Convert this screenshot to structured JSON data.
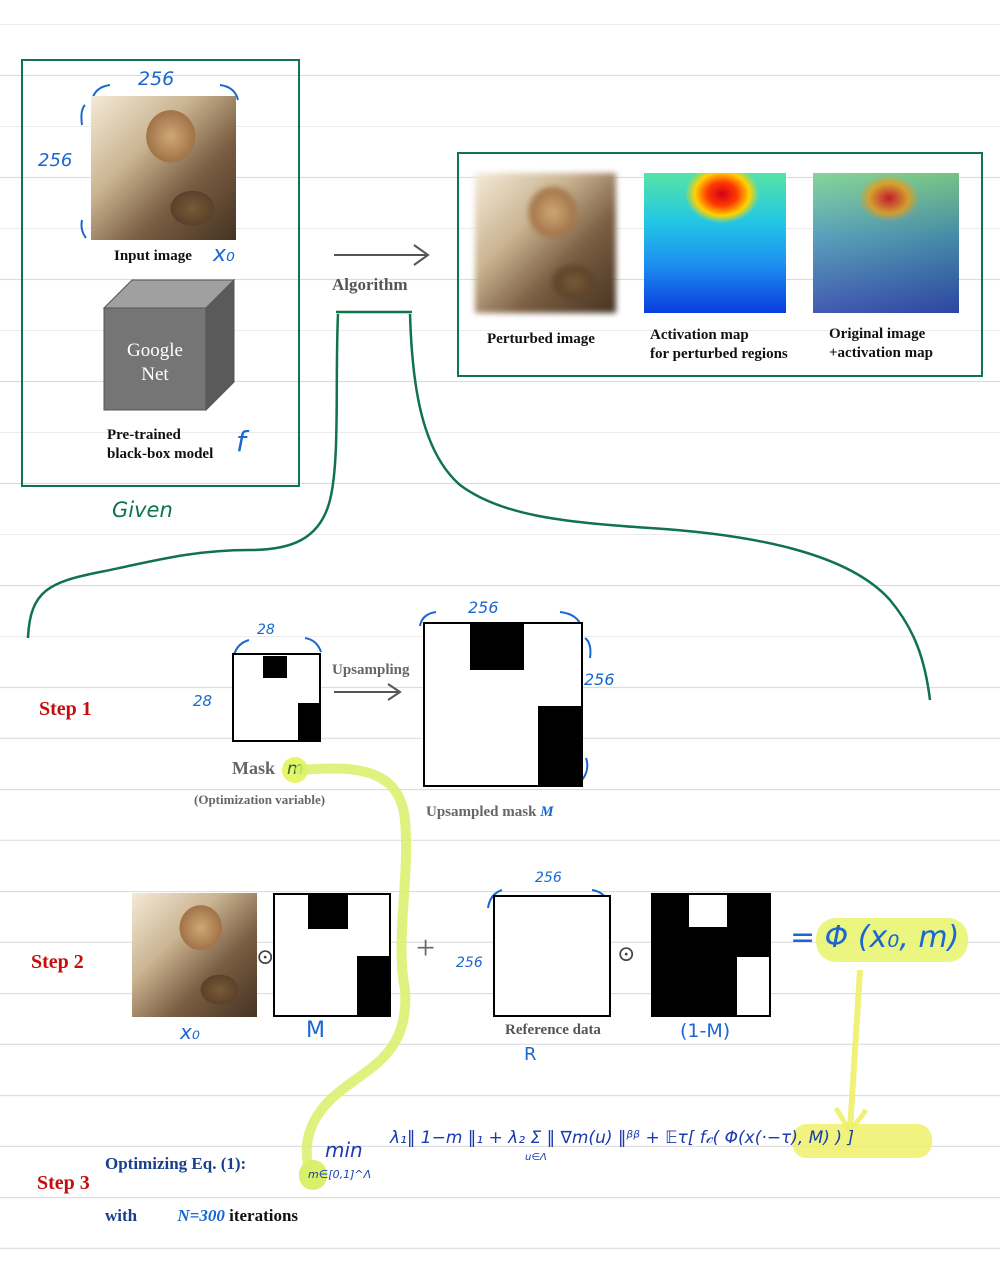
{
  "given": {
    "input_image_caption": "Input image",
    "input_symbol": "x₀",
    "width_label": "256",
    "height_label": "256",
    "model_name_line1": "Google",
    "model_name_line2": "Net",
    "model_caption_line1": "Pre-trained",
    "model_caption_line2": "black-box model",
    "model_symbol": "f",
    "given_label": "Given"
  },
  "algorithm_label": "Algorithm",
  "outputs": {
    "perturbed_caption": "Perturbed image",
    "activation_caption_line1": "Activation map",
    "activation_caption_line2": "for perturbed regions",
    "overlay_caption_line1": "Original image",
    "overlay_caption_line2": "+activation map"
  },
  "step1": {
    "label": "Step 1",
    "mask_size_top": "28",
    "mask_size_left": "28",
    "mask_label": "Mask",
    "mask_symbol": "m",
    "mask_sublabel": "(Optimization variable)",
    "upsampling_label": "Upsampling",
    "upsampled_size_top": "256",
    "upsampled_size_right": "256",
    "upsampled_label": "Upsampled mask",
    "upsampled_symbol": "M"
  },
  "step2": {
    "label": "Step 2",
    "x0_symbol": "x₀",
    "M_symbol": "M",
    "odot": "⊙",
    "plus": "+",
    "ref_size_top": "256",
    "ref_size_left": "256",
    "ref_label": "Reference data",
    "ref_symbol": "R",
    "one_minus_M": "(1-M)",
    "result": "= Φ (x₀, m)"
  },
  "step3": {
    "label": "Step 3",
    "line1": "Optimizing Eq. (1):",
    "line2_prefix": "with",
    "iterations_value": "N=300",
    "line2_suffix": "iterations",
    "formula_min": "min",
    "formula_sub": "m∈[0,1]^Λ",
    "formula_body": "λ₁‖ 1−m ‖₁ + λ₂ Σ ‖ ∇m(u) ‖ᵝᵝ + 𝔼τ[ f𝒸( Φ(x(·−τ), M) ) ]",
    "formula_sum_sub": "u∈Λ"
  },
  "colors": {
    "frame_green": "#10734a",
    "step_red": "#c40d0d",
    "ink_blue": "#1a67d2",
    "highlight": "#e6f56a"
  }
}
